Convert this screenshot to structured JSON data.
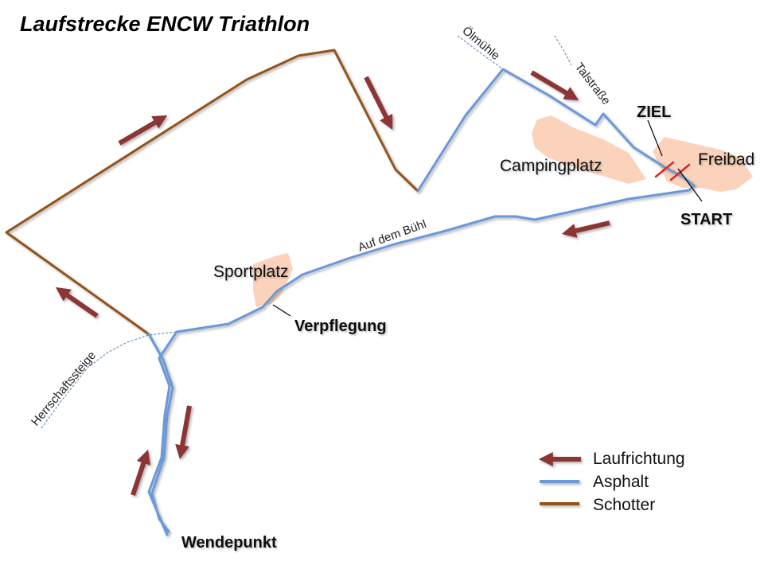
{
  "title": "Laufstrecke ENCW Triathlon",
  "places": {
    "campingplatz": "Campingplatz",
    "freibad": "Freibad",
    "sportplatz": "Sportplatz"
  },
  "streets": {
    "oelmuehle": "Ölmühle",
    "talstrasse": "Talstraße",
    "auf_dem_buehl": "Auf dem Bühl",
    "herrschaftssteige": "Herrschaftssteige"
  },
  "markers": {
    "ziel": "ZIEL",
    "start": "START",
    "verpflegung": "Verpflegung",
    "wendepunkt": "Wendepunkt"
  },
  "legend": [
    {
      "label": "Laufrichtung",
      "symbol": "arrow-left-icon"
    },
    {
      "label": "Asphalt",
      "symbol": "line"
    },
    {
      "label": "Schotter",
      "symbol": "line"
    }
  ],
  "colors": {
    "laufrichtung": "#8b3535",
    "asphalt": "#6b98d8",
    "schotter": "#93531d",
    "area": "#fbd3bd",
    "start_ziel_line": "#e02424"
  }
}
